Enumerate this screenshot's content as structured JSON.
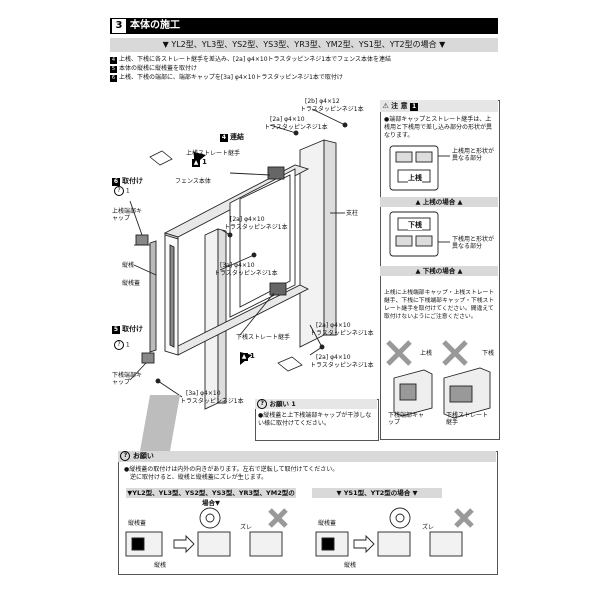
{
  "header": {
    "number": "3",
    "title": "本体の施工"
  },
  "model_bar": "▼ YL2型、YL3型、YS2型、YS3型、YR3型、YM2型、YS1型、YT2型の場合 ▼",
  "steps": [
    {
      "n": "4",
      "text": "上桟、下桟に各ストレート継手を差込み、[2a] φ4×10トラスタッピンネジ1本でフェンス本体を連結"
    },
    {
      "n": "5",
      "text": "本体の縦桟に縦桟蓋を取付け"
    },
    {
      "n": "6",
      "text": "上桟、下桟の端部に、端部キャップを[3a] φ4×10トラスタッピンネジ1本で取付け"
    }
  ],
  "diagram": {
    "labels": {
      "screw_2b": "[2b] φ4×12",
      "screw_2b_sub": "トラスタッピンネジ1本",
      "screw_2a_top": "[2a] φ4×10",
      "screw_2a_top_sub": "トラスタッピンネジ1本",
      "connect": "連結",
      "connect_num": "4",
      "upper_joint": "上桟ストレート継手",
      "fence_body": "フェンス本体",
      "attach_6": "取付け",
      "attach_6_num": "6",
      "upper_cap": "上桟端部キャップ",
      "screw_2a_mid": "[2a] φ4×10",
      "screw_2a_mid_sub": "トラスタッピンネジ1本",
      "post": "支柱",
      "vertical_bar": "縦桟",
      "vertical_lid": "縦桟蓋",
      "screw_3a_mid": "[3a] φ4×10",
      "screw_3a_mid_sub": "トラスタッピンネジ1本",
      "attach_5": "取付け",
      "attach_5_num": "5",
      "lower_joint": "下桟ストレート継手",
      "screw_2a_low": "[2a] φ4×10",
      "screw_2a_low_sub": "トラスタッピンネジ1本",
      "screw_2a_low2": "[2a] φ4×10",
      "screw_2a_low2_sub": "トラスタッピンネジ1本",
      "lower_cap": "下桟端部キャップ",
      "screw_3a_low": "[3a] φ4×10",
      "screw_3a_low_sub": "トラスタッピンネジ1本",
      "callout_1": "1"
    }
  },
  "note_panel": {
    "title": "注 意",
    "title_num": "1",
    "text": "●端部キャップとストレート継手は、上桟用と下桟用で差し込み部分の形状が異なります。",
    "upper_tag": "上桟",
    "upper_diff": "上桟用と形状が異なる部分",
    "upper_header": "▲ 上桟の場合 ▲",
    "lower_tag": "下桟",
    "lower_diff": "下桟用と形状が異なる部分",
    "lower_header": "▲ 下桟の場合 ▲",
    "warn_text": "上桟に上桟端部キャップ・上桟ストレート継手、下桟に下桟端部キャップ・下桟ストレート継手を取付けてください。間違えて取付けないようにご注意ください。",
    "label_upper": "上桟",
    "label_lower": "下桟",
    "label_cap": "下桟端部キャップ",
    "label_joint": "下桟ストレート継手"
  },
  "request_box": {
    "title": "お願い",
    "num": "1",
    "text": "●縦桟蓋と上下桟端部キャップが干渉しない様に取付けてください。"
  },
  "bottom_panel": {
    "title": "お願い",
    "line1": "●縦桟蓋の取付けは内外の向きがあります。左右で逆転して取付けてください。",
    "line2": "逆に取付けると、縦桟と縦桟蓋にズレが生じます。",
    "left_header": "▼YL2型、YL3型、YS2型、YS3型、YR3型、YM2型の場合▼",
    "right_header": "▼ YS1型、YT2型の場合 ▼",
    "lbl_lid": "縦桟蓋",
    "lbl_bar": "縦桟",
    "lbl_gap": "ズレ"
  }
}
